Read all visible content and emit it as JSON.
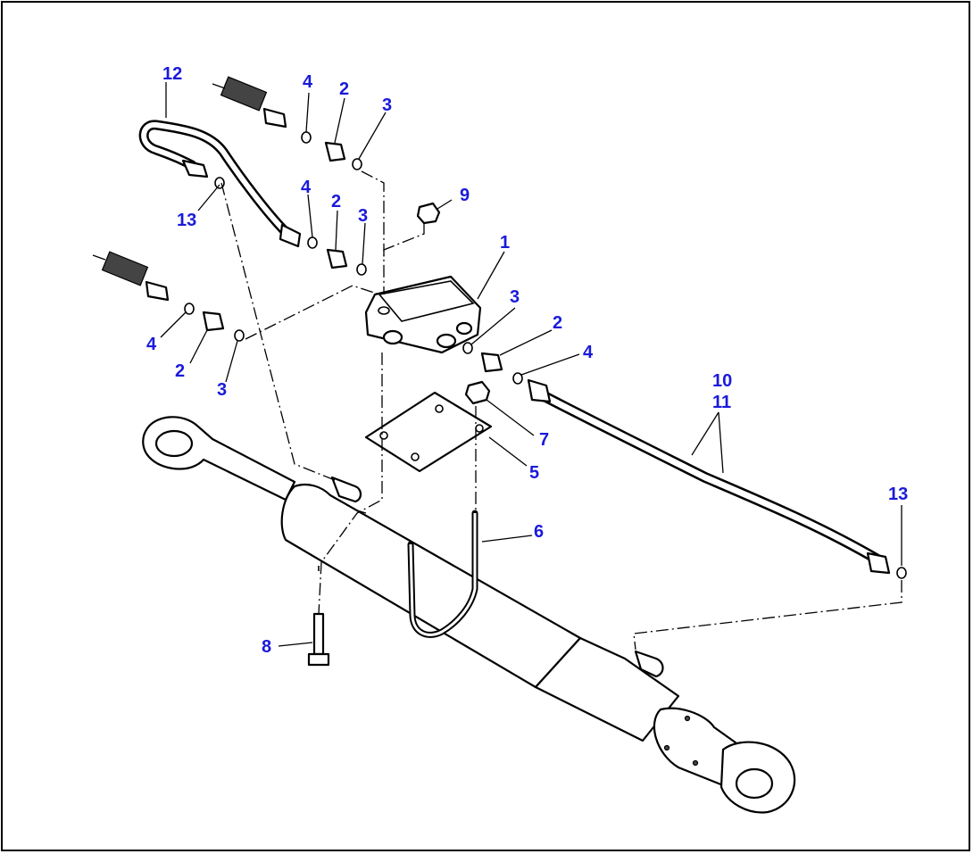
{
  "diagram": {
    "callouts": {
      "c1": "1",
      "c2a": "2",
      "c2b": "2",
      "c2c": "2",
      "c2d": "2",
      "c3a": "3",
      "c3b": "3",
      "c3c": "3",
      "c3d": "3",
      "c4a": "4",
      "c4b": "4",
      "c4c": "4",
      "c4d": "4",
      "c5": "5",
      "c6": "6",
      "c7": "7",
      "c8": "8",
      "c9": "9",
      "c10": "10",
      "c11": "11",
      "c12": "12",
      "c13a": "13",
      "c13b": "13"
    },
    "colors": {
      "callout": "#1a1adb",
      "line": "#000000",
      "background": "#ffffff"
    }
  }
}
